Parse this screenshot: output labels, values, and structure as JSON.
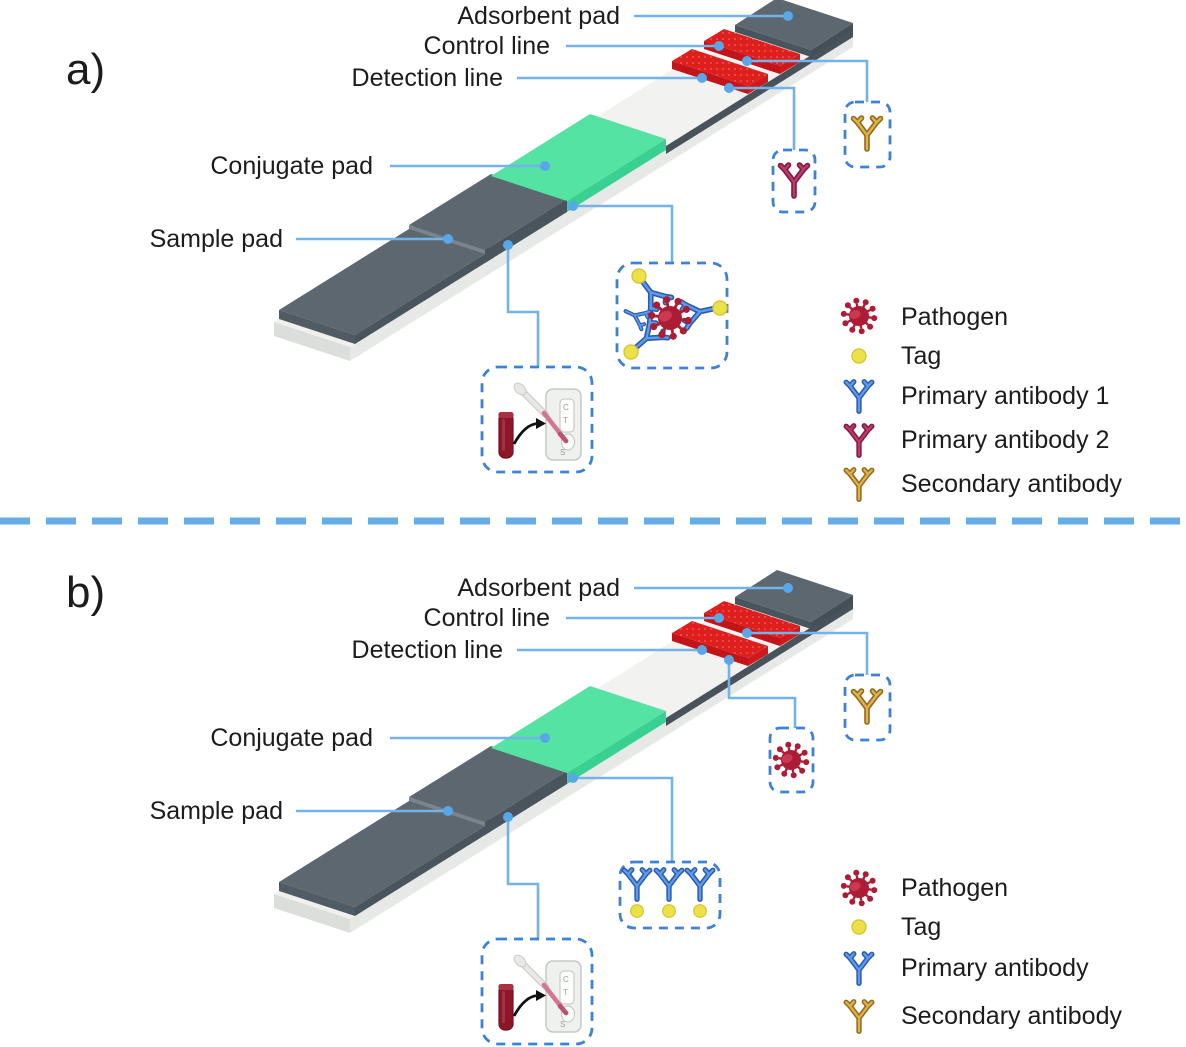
{
  "figure_type": "lateral-flow-assay-schematic",
  "panels": [
    {
      "letter": "a)",
      "labels": {
        "adsorbent": "Adsorbent pad",
        "control": "Control line",
        "detection": "Detection line",
        "conjugate": "Conjugate pad",
        "sample": "Sample pad"
      },
      "legend": [
        {
          "icon": "pathogen-icon",
          "label": "Pathogen"
        },
        {
          "icon": "tag-icon",
          "label": "Tag"
        },
        {
          "icon": "primary-antibody-1-icon",
          "label": "Primary antibody 1"
        },
        {
          "icon": "primary-antibody-2-icon",
          "label": "Primary antibody 2"
        },
        {
          "icon": "secondary-antibody-icon",
          "label": "Secondary antibody"
        }
      ]
    },
    {
      "letter": "b)",
      "labels": {
        "adsorbent": "Adsorbent pad",
        "control": "Control line",
        "detection": "Detection line",
        "conjugate": "Conjugate pad",
        "sample": "Sample pad"
      },
      "legend": [
        {
          "icon": "pathogen-icon",
          "label": "Pathogen"
        },
        {
          "icon": "tag-icon",
          "label": "Tag"
        },
        {
          "icon": "primary-antibody-icon",
          "label": "Primary antibody"
        },
        {
          "icon": "secondary-antibody-icon",
          "label": "Secondary antibody"
        }
      ]
    }
  ],
  "cassette": {
    "window_letters": {
      "control": "C",
      "test": "T"
    },
    "well_letter": "S"
  },
  "colors": {
    "pad_gray": "#5d676f",
    "pad_gray_side": "#4a545c",
    "conjugate_green": "#55e3a4",
    "conjugate_green_side": "#38d192",
    "membrane_white": "#f2f2f0",
    "line_red": "#df1e1e",
    "line_red_side": "#c11519",
    "backing_slate": "#48525b",
    "card_white": "#e7e9e7",
    "leader_blue": "#74b3ea",
    "dot_blue": "#58a7e9",
    "dashed_box_blue": "#3e82d6",
    "divider_blue": "#66ace6",
    "pathogen_red": "#ad1c35",
    "tag_yellow": "#ede14a",
    "antibody_blue": "#5e9bef",
    "antibody_pink": "#be3a6b",
    "antibody_gold": "#e3b04a"
  }
}
